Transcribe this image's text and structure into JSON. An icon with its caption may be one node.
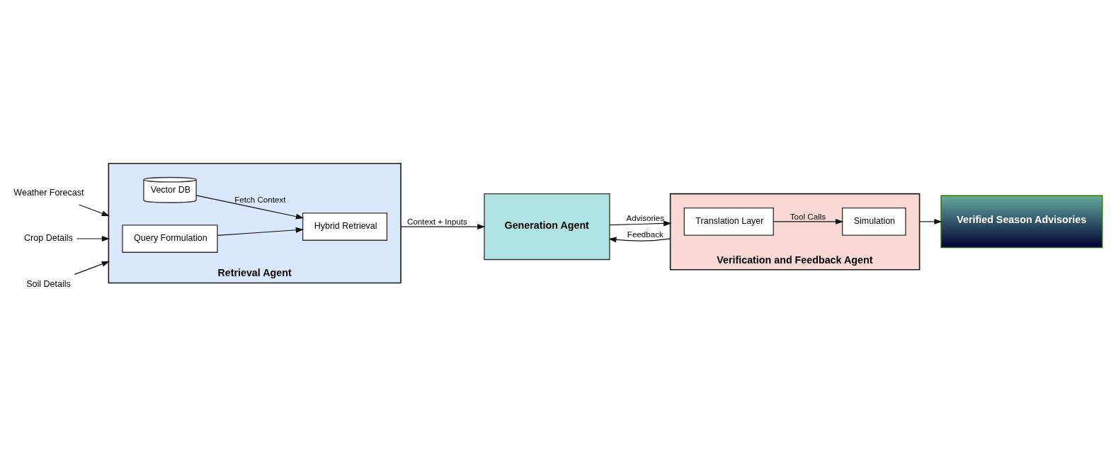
{
  "diagram": {
    "nodes": [
      {
        "text": [
          "Weather Forecast"
        ]
      },
      {
        "text": [
          "Crop Details"
        ]
      },
      {
        "text": [
          "Soil Details"
        ]
      },
      {
        "text": [
          "Retrieval Agent"
        ]
      },
      {
        "text": [
          "Vector DB"
        ],
        "in": 3
      },
      {
        "text": [
          "Query Formulation"
        ],
        "in": 3
      },
      {
        "text": [
          "Hybrid Retrieval"
        ],
        "in": 3
      },
      {
        "text": [
          "Generation Agent"
        ]
      },
      {
        "text": [
          "Verification and Feedback Agent"
        ]
      },
      {
        "text": [
          "Translation Layer"
        ],
        "in": 8
      },
      {
        "text": [
          "Simulation"
        ],
        "in": 8
      },
      {
        "text": [
          "Verified Season Advisories"
        ]
      }
    ],
    "edges": [
      {
        "from": 0,
        "to": 3,
        "arrow": "to"
      },
      {
        "from": 1,
        "to": 3,
        "arrow": "to"
      },
      {
        "from": 2,
        "to": 3,
        "arrow": "to"
      },
      {
        "from": 4,
        "to": 6,
        "arrow": "to",
        "label": "Fetch Context"
      },
      {
        "from": 5,
        "to": 6,
        "arrow": "to"
      },
      {
        "from": 3,
        "to": 7,
        "arrow": "to",
        "label": "Context + Inputs"
      },
      {
        "from": 7,
        "to": 8,
        "arrow": "to",
        "label": "Advisories"
      },
      {
        "from": 9,
        "to": 10,
        "arrow": "to",
        "label": "Tool Calls"
      },
      {
        "from": 8,
        "to": 7,
        "arrow": "to",
        "label": "Feedback"
      },
      {
        "from": 8,
        "to": 11,
        "arrow": "to"
      }
    ]
  }
}
